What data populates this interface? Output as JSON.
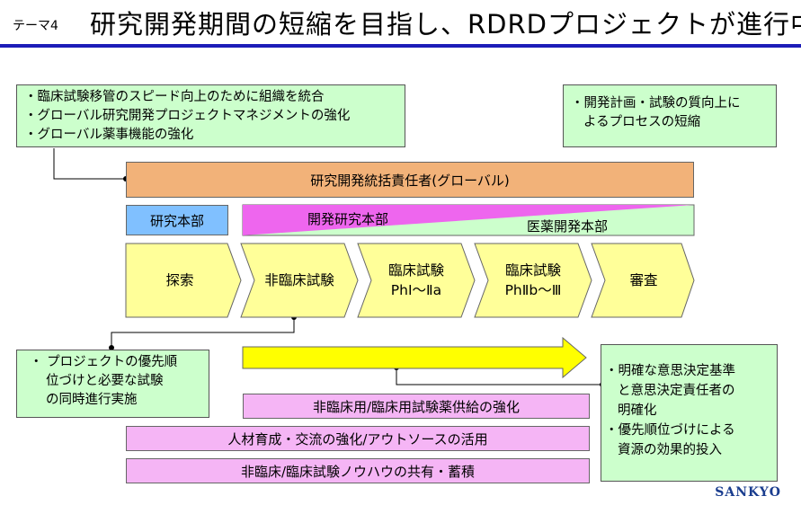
{
  "header": {
    "theme_label": "テーマ4",
    "title": "研究開発期間の短縮を目指し、RDRDプロジェクトが進行中"
  },
  "notes": {
    "top_left": [
      "・臨床試験移管のスピード向上のために組織を統合",
      "・グローバル研究開発プロジェクトマネジメントの強化",
      "・グローバル薬事機能の強化"
    ],
    "top_right": [
      "・開発計画・試験の質向上に",
      "よるプロセスの短縮"
    ],
    "bottom_left": [
      "・ プロジェクトの優先順",
      "位づけと必要な試験",
      "の同時進行実施"
    ],
    "bottom_right": [
      "・明確な意思決定基準",
      "と意思決定責任者の",
      "明確化",
      "・優先順位づけによる",
      "資源の効果的投入"
    ]
  },
  "org": {
    "global_head": "研究開発統括責任者(グローバル)",
    "research_hq": "研究本部",
    "dev_research_hq": "開発研究本部",
    "drug_dev_hq": "医薬開発本部"
  },
  "stages": [
    {
      "line1": "探索",
      "line2": ""
    },
    {
      "line1": "非臨床試験",
      "line2": ""
    },
    {
      "line1": "臨床試験",
      "line2": "PhⅠ～Ⅱa"
    },
    {
      "line1": "臨床試験",
      "line2": "PhⅡb～Ⅲ"
    },
    {
      "line1": "審査",
      "line2": ""
    }
  ],
  "initiatives": [
    "非臨床用/臨床用試験薬供給の強化",
    "人材育成・交流の強化/アウトソースの活用",
    "非臨床/臨床試験ノウハウの共有・蓄積"
  ],
  "company_logo": "SANKYO",
  "colors": {
    "title_rule": "#1d1db8",
    "note_green": "#ccffcc",
    "global_orange": "#f2b279",
    "research_blue": "#80c0ff",
    "dev_magenta": "#ee66ee",
    "drug_dev_green": "#ccffcc",
    "stage_yellow": "#ffff99",
    "arrow_yellow": "#ffff00",
    "initiative_pink": "#f5b5f5"
  }
}
